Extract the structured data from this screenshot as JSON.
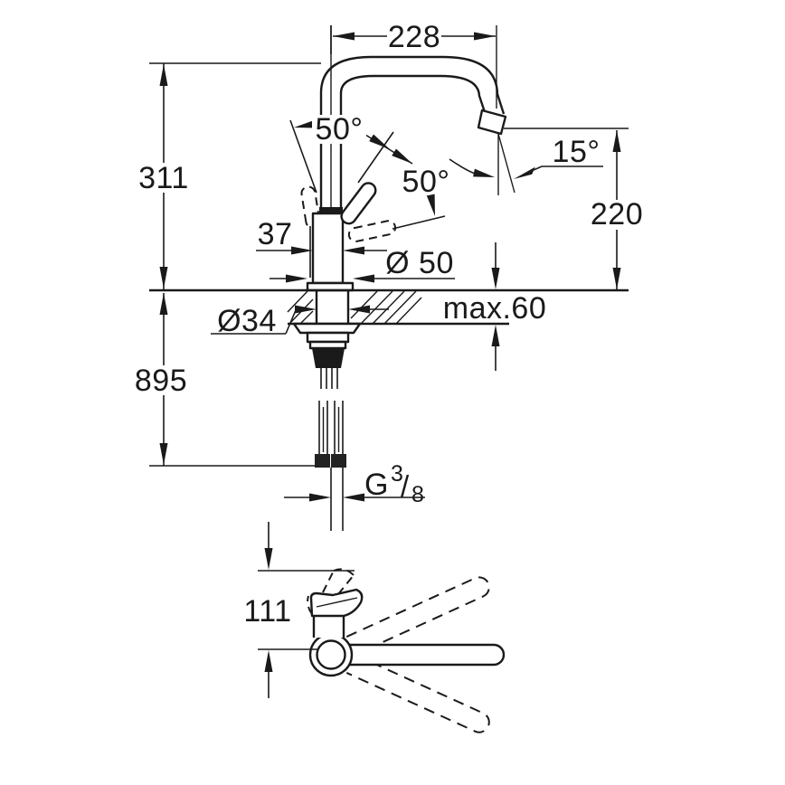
{
  "colors": {
    "ink": "#1a1a1a",
    "background": "#ffffff"
  },
  "side_view": {
    "dim_spout_reach": "228",
    "dim_height": "311",
    "dim_handle_angle_left": "50°",
    "dim_handle_angle_right": "50°",
    "dim_spout_tilt": "15°",
    "dim_outlet_height": "220",
    "dim_body_width": "37",
    "dim_base_diameter": "Ø 50",
    "dim_max_counter_thickness": "max.60",
    "dim_hole_diameter": "Ø34",
    "dim_hose_length": "895",
    "thread_label": {
      "prefix": "G",
      "numerator": "3",
      "slash": "/",
      "denominator": "8"
    }
  },
  "top_view": {
    "dim_handle_depth": "111"
  }
}
